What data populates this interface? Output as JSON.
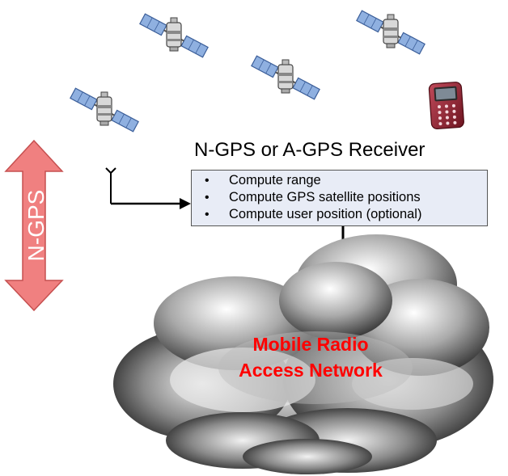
{
  "receiver": {
    "title": "N-GPS or A-GPS Receiver",
    "functions": [
      "Compute range",
      "Compute GPS satellite positions",
      "Compute user position (optional)"
    ]
  },
  "side_arrow": {
    "label": "N-GPS",
    "color": "#f08080"
  },
  "network": {
    "label_line1": "Mobile Radio",
    "label_line2": "Access Network",
    "label_color": "#ff0000"
  },
  "icons": {
    "satellites": [
      "satellite-icon",
      "satellite-icon",
      "satellite-icon",
      "satellite-icon",
      "satellite-icon"
    ],
    "phone": "mobile-phone-icon",
    "antenna": "antenna-icon"
  },
  "colors": {
    "cloud_dark": "#1a1a1a",
    "cloud_light": "#f2f2f2",
    "box_fill": "#e8ecf6",
    "satellite_panel": "#8fb0e0"
  }
}
